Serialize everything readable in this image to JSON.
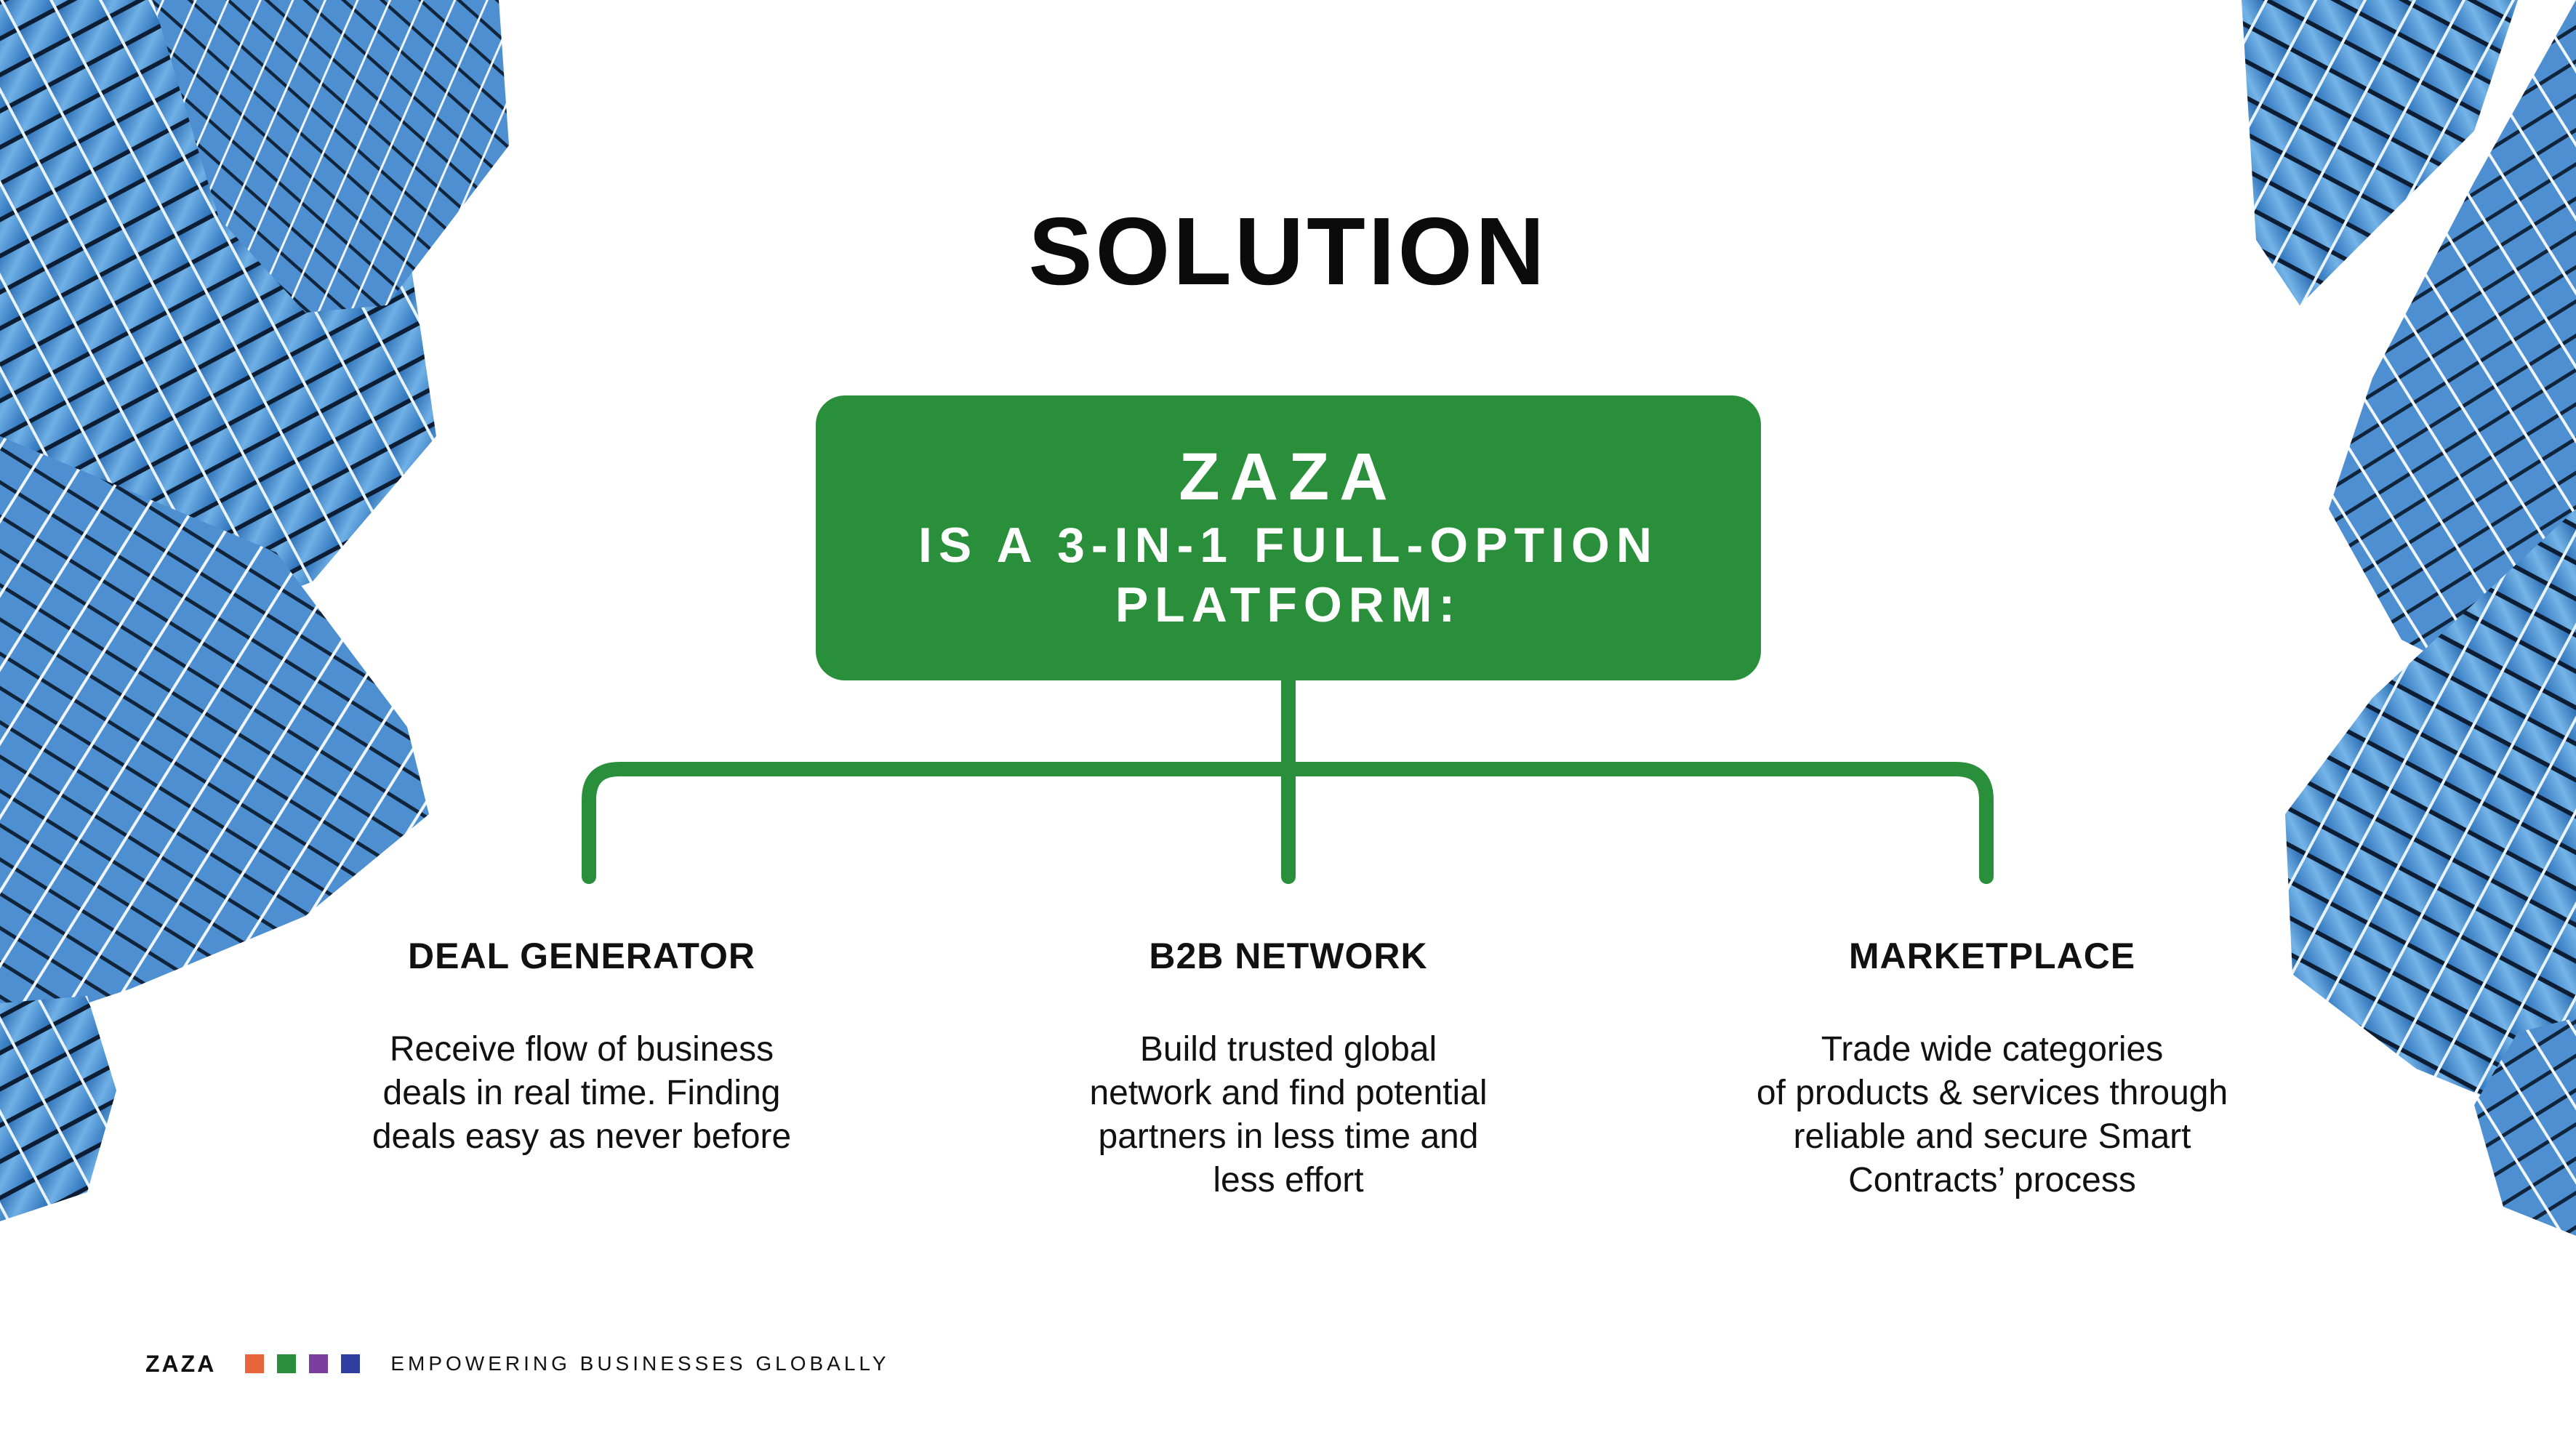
{
  "slide": {
    "title": "SOLUTION",
    "box": {
      "brand": "ZAZA",
      "line1": "IS A 3-IN-1 FULL-OPTION",
      "line2": "PLATFORM:",
      "color": "#2a8f3a"
    },
    "features": [
      {
        "title": "DEAL GENERATOR",
        "lines": [
          "Receive flow of business",
          "deals in real time. Finding",
          "deals easy as never before"
        ]
      },
      {
        "title": "B2B NETWORK",
        "lines": [
          "Build trusted global",
          "network and find potential",
          "partners in less time and",
          "less effort"
        ]
      },
      {
        "title": "MARKETPLACE",
        "lines": [
          "Trade wide categories",
          "of products & services through",
          "reliable and secure Smart",
          "Contracts’ process"
        ]
      }
    ]
  },
  "footer": {
    "brand": "ZAZA",
    "tagline": "EMPOWERING BUSINESSES GLOBALLY",
    "square_colors": [
      "#e8643a",
      "#2a8f3a",
      "#7b3fa0",
      "#2f3fa0"
    ]
  }
}
